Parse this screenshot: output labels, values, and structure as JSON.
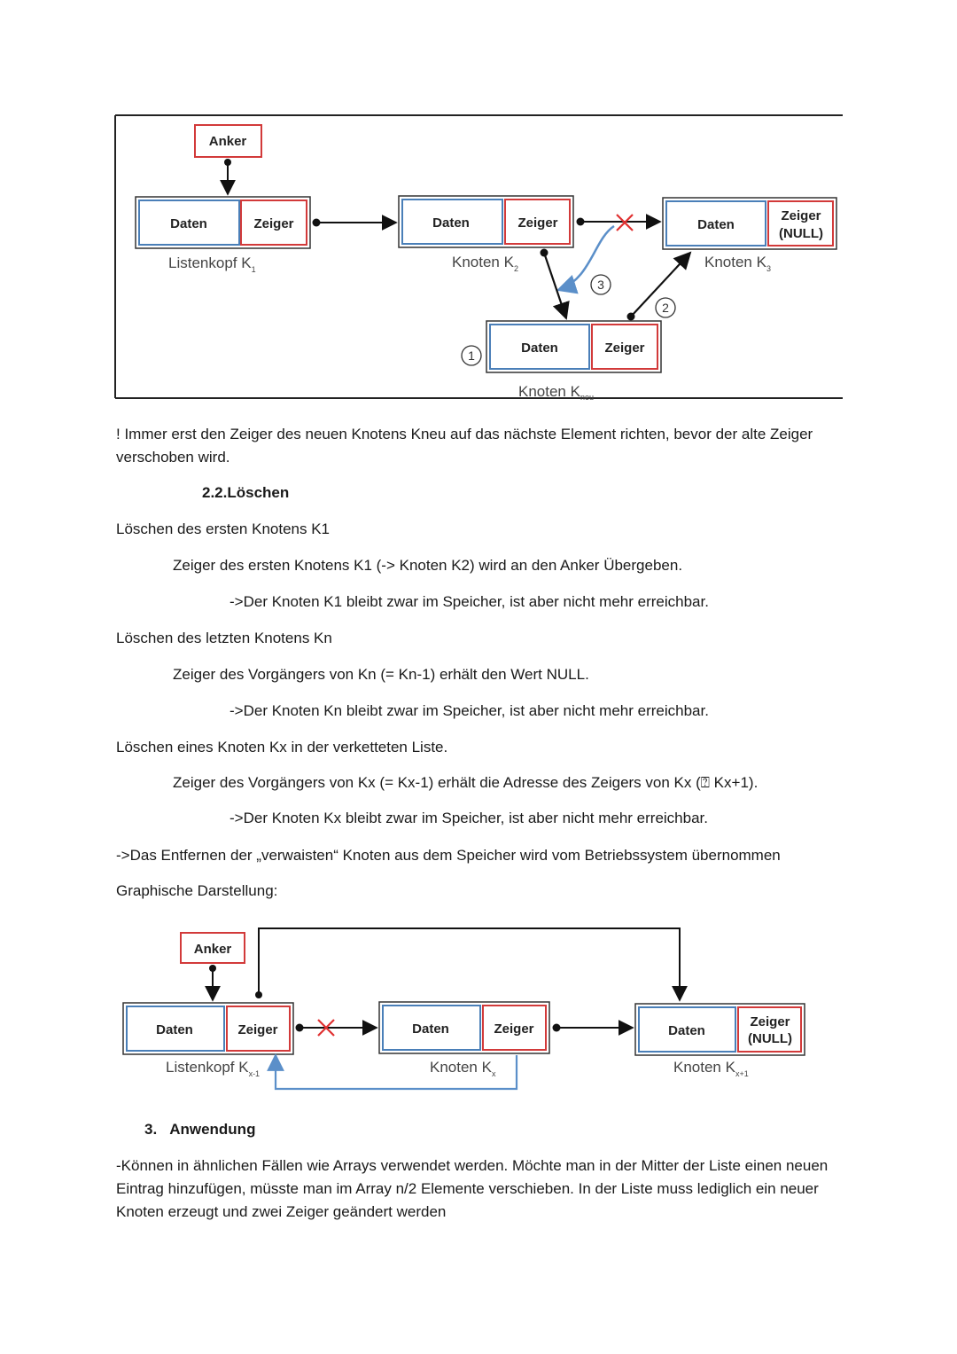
{
  "diagram1": {
    "anchor": "Anker",
    "data_label": "Daten",
    "pointer_label": "Zeiger",
    "pointer_null_line1": "Zeiger",
    "pointer_null_line2": "(NULL)",
    "caption_head": "Listenkopf K",
    "caption_head_sub": "1",
    "caption_k2": "Knoten  K",
    "caption_k2_sub": "2",
    "caption_k3": "Knoten  K",
    "caption_k3_sub": "3",
    "caption_new": "Knoten  K",
    "caption_new_sub": "neu",
    "step1": "1",
    "step2": "2",
    "step3": "3"
  },
  "text": {
    "note": "! Immer erst den Zeiger des neuen Knotens Kneu auf das nächste Element richten, bevor der alte Zeiger verschoben wird.",
    "section_num": "2.2.",
    "section_title": "Löschen",
    "first_title": "Löschen des ersten Knotens K1",
    "first_a": "Zeiger des ersten Knotens K1 (-> Knoten K2) wird an den Anker Übergeben.",
    "first_b": "->Der Knoten K1 bleibt zwar im Speicher, ist aber nicht mehr erreichbar.",
    "last_title": "Löschen des letzten Knotens Kn",
    "last_a": "Zeiger des Vorgängers von Kn  (= Kn-1) erhält den Wert NULL.",
    "last_b": "->Der Knoten Kn bleibt zwar im Speicher, ist aber nicht mehr erreichbar.",
    "mid_title": "Löschen eines Knoten Kx in der verketteten Liste.",
    "mid_a": "Zeiger des Vorgängers von Kx (= Kx-1) erhält die Adresse des Zeigers von Kx (⍰ Kx+1).",
    "mid_b": "->Der Knoten Kx bleibt zwar im Speicher, ist aber nicht mehr erreichbar.",
    "os_note": "->Das Entfernen der „verwaisten“ Knoten aus dem Speicher wird vom Betriebssystem übernommen",
    "graphic": "Graphische Darstellung:",
    "app_num": "3.",
    "app_title": "Anwendung",
    "app_text": "-Können in ähnlichen Fällen wie Arrays verwendet werden. Möchte man in der Mitter der Liste einen neuen Eintrag hinzufügen, müsste man im Array n/2 Elemente verschieben. In der Liste muss lediglich ein neuer Knoten erzeugt und zwei Zeiger geändert werden"
  },
  "diagram2": {
    "anchor": "Anker",
    "data_label": "Daten",
    "pointer_label": "Zeiger",
    "pointer_null_line1": "Zeiger",
    "pointer_null_line2": "(NULL)",
    "caption_head": "Listenkopf K",
    "caption_head_sub": "x-1",
    "caption_kx": "Knoten K",
    "caption_kx_sub": "x",
    "caption_kx1": "Knoten  K",
    "caption_kx1_sub": "x+1"
  },
  "colors": {
    "red_border": "#d23a3a",
    "blue_border": "#4a7fb8",
    "arrow_blue": "#5b8fc9",
    "cross_red": "#e03030",
    "dark": "#111111"
  }
}
